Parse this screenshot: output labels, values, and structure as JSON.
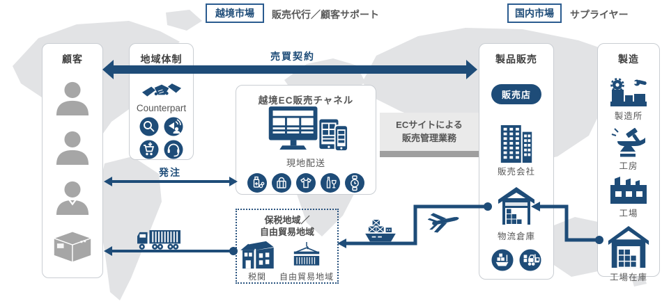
{
  "header": {
    "cross_border_label": "越境市場",
    "cross_border_desc": "販売代行／顧客サポート",
    "domestic_label": "国内市場",
    "domestic_desc": "サプライヤー"
  },
  "columns": {
    "customer": {
      "title": "顧客"
    },
    "regional": {
      "title": "地域体制",
      "counterpart": "Counterpart"
    },
    "sales": {
      "title": "製品販売",
      "store_badge": "販売店",
      "company": "販売会社",
      "warehouse": "物流倉庫"
    },
    "manufacture": {
      "title": "製造",
      "items": [
        {
          "label": "製造所"
        },
        {
          "label": "工房"
        },
        {
          "label": "工場"
        },
        {
          "label": "工場在庫"
        }
      ]
    }
  },
  "arrows": {
    "trade_contract": "売買契約",
    "order": "発注"
  },
  "ec_channel": {
    "title": "越境EC販売チャネル",
    "local_delivery": "現地配送"
  },
  "ec_management": {
    "line1": "ECサイトによる",
    "line2": "販売管理業務"
  },
  "bonded_zone": {
    "title_line1": "保税地域／",
    "title_line2": "自由貿易地域",
    "customs": "税関",
    "free_trade": "自由貿易地域"
  },
  "colors": {
    "navy": "#1e4c78",
    "navy_border": "#2a5b8f",
    "text_dark": "#3f3f3f",
    "text_gray": "#555555",
    "icon_gray": "#a6a6a6",
    "map_gray": "#e2e3e5",
    "band_gray": "#9f9f9f",
    "panel_gray": "#eaeaea",
    "panel_border": "#c9cdd2"
  },
  "icons": {
    "customer": [
      "person-icon",
      "person-icon",
      "person-icon",
      "package-icon"
    ],
    "regional": [
      "handshake-icon",
      "search-icon",
      "megaphone-person-icon",
      "cart-icon",
      "headset-icon"
    ],
    "ec_channel": [
      "devices-icon",
      "medicine-icon",
      "bag-icon",
      "tshirt-icon",
      "wine-icon",
      "watch-icon"
    ],
    "sales": [
      "office-building-icon",
      "warehouse-icon",
      "ship-loading-icon",
      "forklift-icon"
    ],
    "manufacture": [
      "machine-icon",
      "anvil-icon",
      "factory-icon",
      "factory-warehouse-icon"
    ],
    "bonded_zone": [
      "customs-building-icon",
      "container-crane-icon"
    ],
    "vehicles": [
      "truck-icon",
      "cargo-ship-icon",
      "airplane-icon"
    ]
  }
}
